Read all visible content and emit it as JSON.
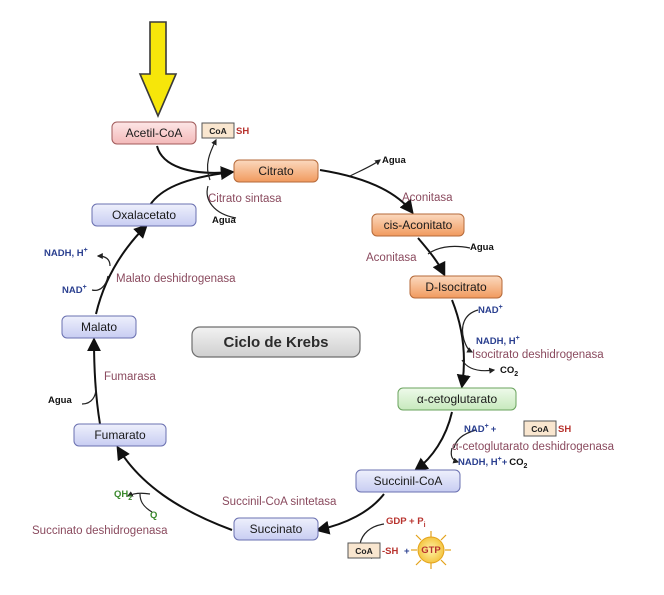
{
  "title": "Ciclo de Krebs",
  "colors": {
    "arrow_input": "#f6e60a",
    "pink_fill": "#f8d3d3",
    "orange_fill": "#f6b98a",
    "green_fill": "#d4efcb",
    "blue_fill": "#d8dcf6",
    "enzyme_text": "#8a4a5e",
    "nadh_text": "#2a3f8f",
    "green_text": "#3c8a2e",
    "red_text": "#b8332e"
  },
  "nodes": {
    "acetil_coa": "Acetil-CoA",
    "citrato": "Citrato",
    "cis_aconitato": "cis-Aconitato",
    "d_isocitrato": "D-Isocitrato",
    "a_cetoglutarato": "α-cetoglutarato",
    "succinil_coa": "Succinil-CoA",
    "succinato": "Succinato",
    "fumarato": "Fumarato",
    "malato": "Malato",
    "oxalacetato": "Oxalacetato"
  },
  "enzymes": {
    "citrato_sintasa": "Citrato sintasa",
    "aconitasa_1": "Aconitasa",
    "aconitasa_2": "Aconitasa",
    "isocitrato_dh": "Isocitrato deshidrogenasa",
    "a_cetoglutarato_dh": "α-cetoglutarato deshidrogenasa",
    "succinil_coa_sintetasa": "Succinil-CoA sintetasa",
    "succinato_dh": "Succinato deshidrogenasa",
    "fumarasa": "Fumarasa",
    "malato_dh": "Malato deshidrogenasa"
  },
  "cofactors": {
    "coa": "CoA",
    "sh": "-SH",
    "sh_plain": "SH",
    "agua": "Agua",
    "nad": "NAD",
    "nadh_h": "NADH, H",
    "plus_sup": "+",
    "co2": "CO",
    "co2_sub": "2",
    "gdp": "GDP + P",
    "gdp_sub": "i",
    "plus": "+",
    "gtp": "GTP",
    "qh": "QH",
    "qh_sub": "2",
    "q": "Q"
  }
}
